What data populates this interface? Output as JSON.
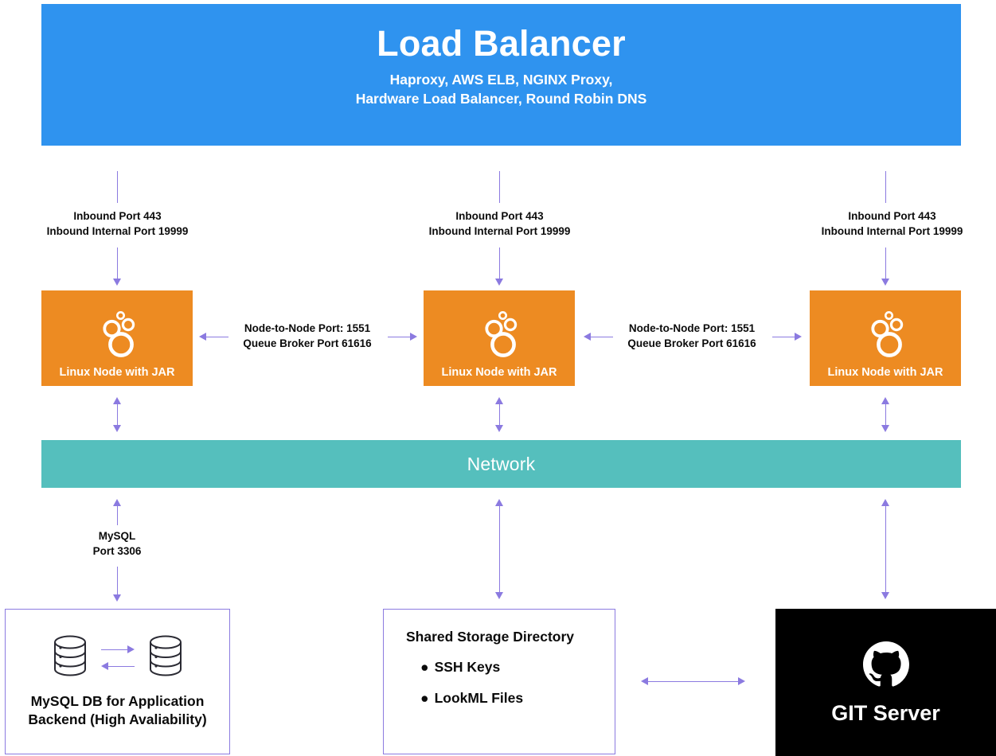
{
  "diagram": {
    "load_balancer": {
      "title": "Load Balancer",
      "subtitle_line1": "Haproxy, AWS ELB, NGINX Proxy,",
      "subtitle_line2": "Hardware Load Balancer, Round Robin DNS",
      "color": "#2f93ef"
    },
    "inbound_labels": [
      {
        "line1": "Inbound Port 443",
        "line2": "Inbound Internal Port 19999"
      },
      {
        "line1": "Inbound Port 443",
        "line2": "Inbound Internal Port 19999"
      },
      {
        "line1": "Inbound Port 443",
        "line2": "Inbound Internal Port 19999"
      }
    ],
    "nodes": [
      {
        "label": "Linux Node with JAR",
        "icon": "linux-cluster-icon",
        "color": "#ed8b22"
      },
      {
        "label": "Linux Node with JAR",
        "icon": "linux-cluster-icon",
        "color": "#ed8b22"
      },
      {
        "label": "Linux Node with JAR",
        "icon": "linux-cluster-icon",
        "color": "#ed8b22"
      }
    ],
    "node_to_node_labels": [
      {
        "line1": "Node-to-Node Port: 1551",
        "line2": "Queue Broker Port 61616"
      },
      {
        "line1": "Node-to-Node Port: 1551",
        "line2": "Queue Broker Port 61616"
      }
    ],
    "network": {
      "label": "Network",
      "color": "#55bfbd"
    },
    "mysql_link": {
      "line1": "MySQL",
      "line2": "Port 3306"
    },
    "database": {
      "caption_line1": "MySQL DB for Application",
      "caption_line2": "Backend (High Avaliability)",
      "icon": "database-cylinder-icon",
      "border_color": "#8b7ae0"
    },
    "shared_storage": {
      "title": "Shared Storage Directory",
      "bullet": "●",
      "items": [
        "SSH Keys",
        "LookML Files"
      ],
      "border_color": "#8b7ae0"
    },
    "git_server": {
      "label": "GIT Server",
      "icon": "github-octocat-icon",
      "background": "#000000"
    },
    "connector_color": "#8b7ae0"
  }
}
